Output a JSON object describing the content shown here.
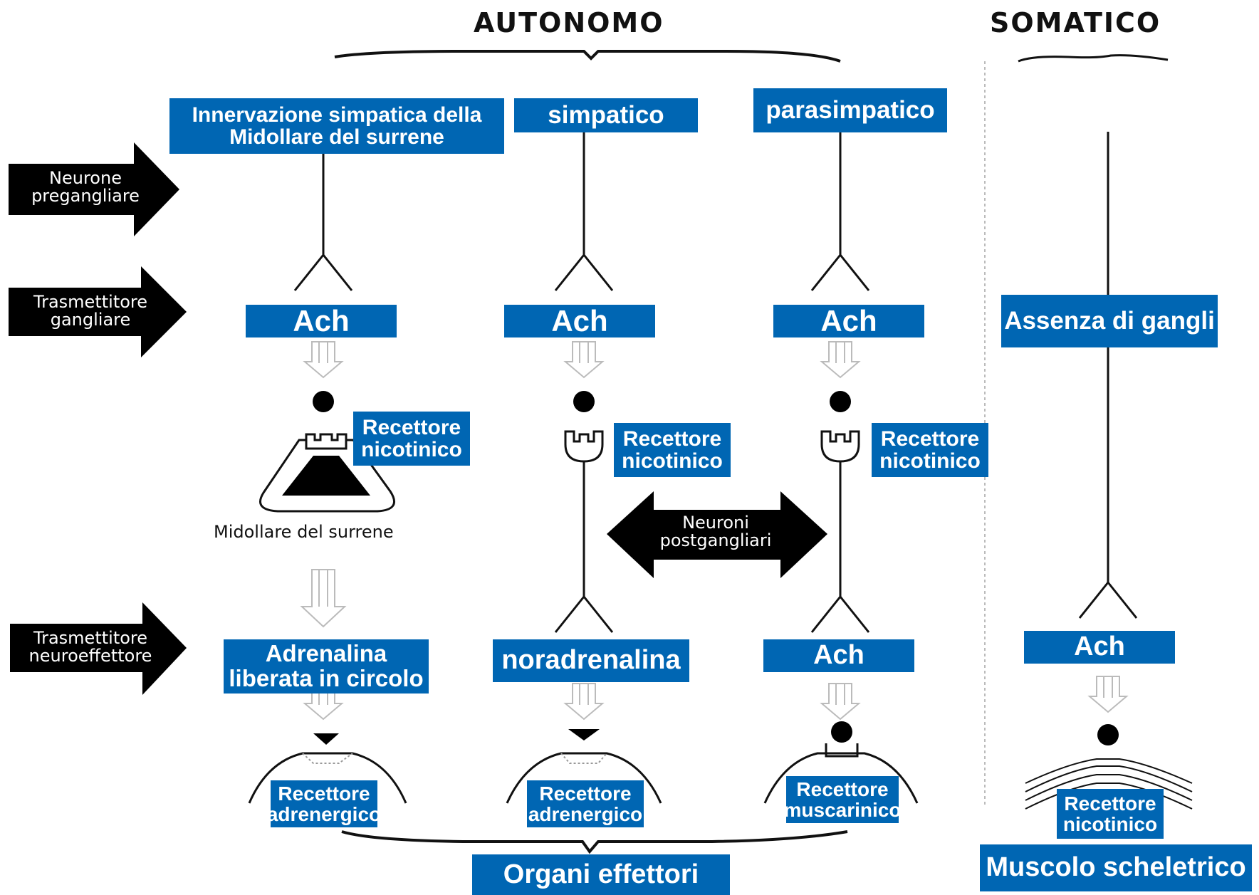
{
  "headers": {
    "autonomo": "AUTONOMO",
    "somatico": "SOMATICO"
  },
  "side_arrows": {
    "preganglionic": {
      "line1": "Neurone",
      "line2": "pregangliare"
    },
    "ganglionic_transmitter": {
      "line1": "Trasmettitore",
      "line2": "gangliare"
    },
    "neuroeffector_transmitter": {
      "line1": "Trasmettitore",
      "line2": "neuroeffettore"
    }
  },
  "columns": {
    "adrenal": {
      "title_line1": "Innervazione simpatica della",
      "title_line2": "Midollare del surrene",
      "ganglionic_transmitter": "Ach",
      "receptor_line1": "Recettore",
      "receptor_line2": "nicotinico",
      "organ_label": "Midollare del surrene",
      "effector_transmitter_line1": "Adrenalina",
      "effector_transmitter_line2": "liberata in circolo",
      "effector_receptor_line1": "Recettore",
      "effector_receptor_line2": "adrenergico"
    },
    "sympathetic": {
      "title": "simpatico",
      "ganglionic_transmitter": "Ach",
      "receptor_line1": "Recettore",
      "receptor_line2": "nicotinico",
      "effector_transmitter": "noradrenalina",
      "effector_receptor_line1": "Recettore",
      "effector_receptor_line2": "adrenergico"
    },
    "parasympathetic": {
      "title": "parasimpatico",
      "ganglionic_transmitter": "Ach",
      "receptor_line1": "Recettore",
      "receptor_line2": "nicotinico",
      "effector_transmitter": "Ach",
      "effector_receptor_line1": "Recettore",
      "effector_receptor_line2": "muscarinico"
    },
    "somatic": {
      "no_ganglia": "Assenza di gangli",
      "effector_transmitter": "Ach",
      "effector_receptor_line1": "Recettore",
      "effector_receptor_line2": "nicotinico",
      "effector": "Muscolo scheletrico"
    }
  },
  "postganglionic_arrow": {
    "line1": "Neuroni",
    "line2": "postgangliari"
  },
  "effector_organs": "Organi effettori",
  "colors": {
    "label_background": "#0066b3",
    "label_text": "#ffffff",
    "line": "#111111"
  }
}
